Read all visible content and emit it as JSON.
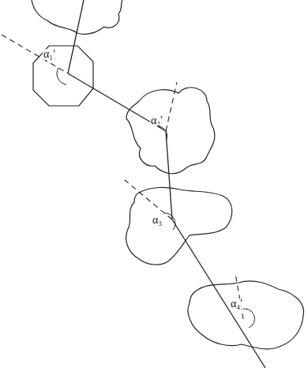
{
  "diagram": {
    "labels": [
      "α₁'",
      "α₂'",
      "α₃",
      "α₄'"
    ]
  }
}
